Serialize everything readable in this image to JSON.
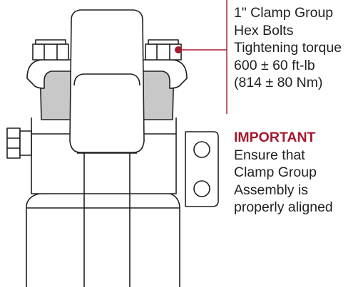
{
  "callout": {
    "line1": "1\" Clamp Group",
    "line2": "Hex Bolts",
    "line3": "Tightening torque",
    "line4": "600 ± 60 ft-lb",
    "line5": "(814 ± 80 Nm)"
  },
  "important": {
    "heading": "IMPORTANT",
    "line1": "Ensure that",
    "line2": "Clamp Group",
    "line3": "Assembly is",
    "line4": "properly aligned"
  },
  "colors": {
    "accent": "#a6192e",
    "line": "#231f20",
    "shade": "#c8c8c8"
  }
}
